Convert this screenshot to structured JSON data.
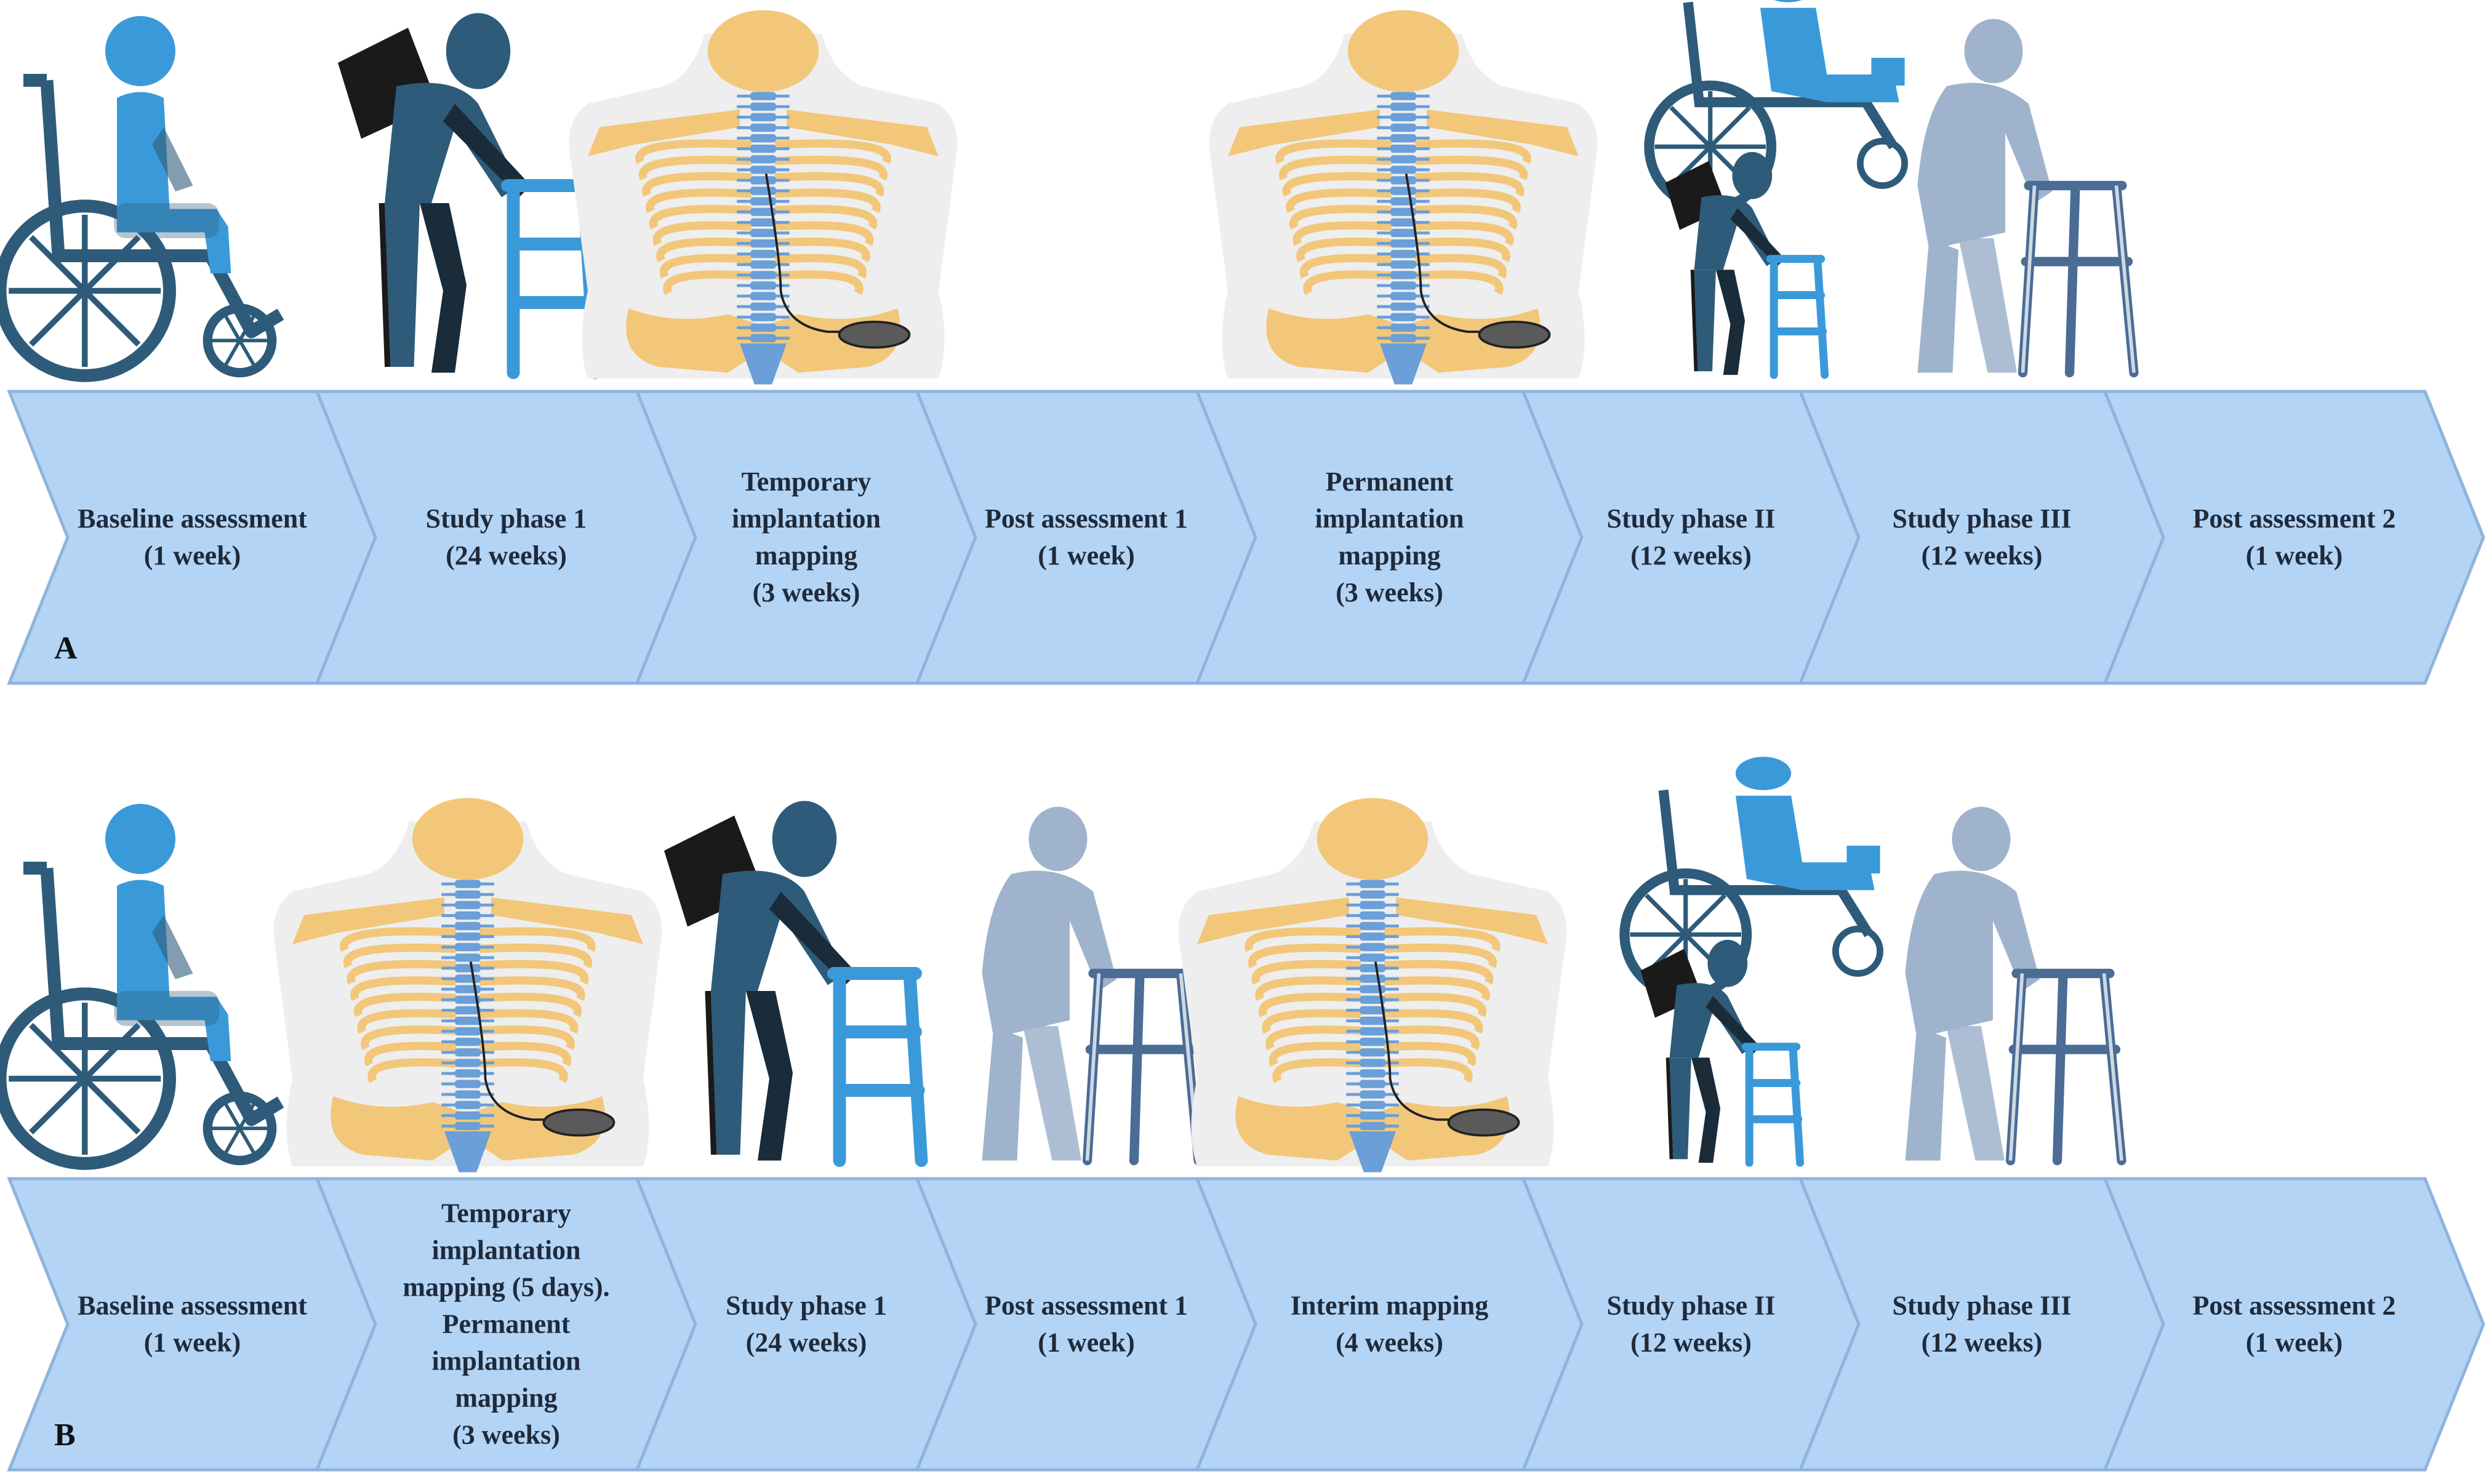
{
  "panels": [
    {
      "panel_label": "A",
      "steps": [
        {
          "lines": [
            "Baseline assessment",
            "(1 week)"
          ],
          "icon": "wheelchair-user-icon"
        },
        {
          "lines": [
            "Study phase 1",
            "(24 weeks)"
          ],
          "icon": "walker-exoskeleton-icon"
        },
        {
          "lines": [
            "Temporary",
            "implantation",
            "mapping",
            "(3 weeks)"
          ],
          "icon": "spine-stimulator-icon"
        },
        {
          "lines": [
            "Post assessment 1",
            "(1 week)"
          ],
          "icon": ""
        },
        {
          "lines": [
            "Permanent",
            "implantation",
            "mapping",
            "(3 weeks)"
          ],
          "icon": "spine-stimulator-icon"
        },
        {
          "lines": [
            "Study phase II",
            "(12 weeks)"
          ],
          "icon": "wheelchair-walker-group-icon"
        },
        {
          "lines": [
            "Study phase III",
            "(12 weeks)"
          ],
          "icon": "elderly-walker-icon"
        },
        {
          "lines": [
            "Post assessment 2",
            "(1 week)"
          ],
          "icon": ""
        }
      ]
    },
    {
      "panel_label": "B",
      "steps": [
        {
          "lines": [
            "Baseline assessment",
            "(1 week)"
          ],
          "icon": "wheelchair-user-icon"
        },
        {
          "lines": [
            "Temporary",
            "implantation",
            "mapping (5 days).",
            "Permanent",
            "implantation",
            "mapping",
            "(3 weeks)"
          ],
          "icon": "spine-stimulator-icon"
        },
        {
          "lines": [
            "Study phase 1",
            "(24 weeks)"
          ],
          "icon": "walker-exoskeleton-icon"
        },
        {
          "lines": [
            "Post assessment 1",
            "(1 week)"
          ],
          "icon": "elderly-walker-icon"
        },
        {
          "lines": [
            "Interim mapping",
            "(4 weeks)"
          ],
          "icon": "spine-stimulator-icon"
        },
        {
          "lines": [
            "Study phase II",
            "(12 weeks)"
          ],
          "icon": "wheelchair-walker-group-icon"
        },
        {
          "lines": [
            "Study phase III",
            "(12 weeks)"
          ],
          "icon": "elderly-walker-icon"
        },
        {
          "lines": [
            "Post assessment 2",
            "(1 week)"
          ],
          "icon": ""
        }
      ]
    }
  ],
  "colors": {
    "chevron_fill": "#b3d4f5",
    "chevron_stroke": "#8fb3dc",
    "text": "#1f2a3a",
    "figure_dark": "#2e5b7a",
    "figure_light": "#3a9ad9",
    "bone": "#f2c77a",
    "spine": "#6a9fd8",
    "skin": "#eeeeee",
    "elderly": "#9fb3cc"
  }
}
